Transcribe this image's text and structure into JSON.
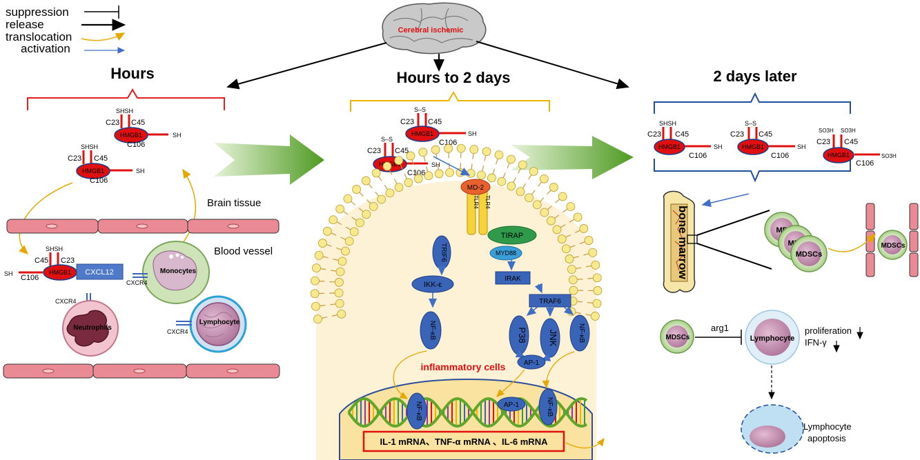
{
  "legend": {
    "suppression": "suppression",
    "release": "release",
    "translocation": "translocation",
    "activation": "activation"
  },
  "brain_label": "Cerebral ischemic",
  "phases": {
    "hours": "Hours",
    "hours_to_2_days": "Hours to 2 days",
    "two_days_later": "2 days later"
  },
  "hmgb1": {
    "label": "HMGB1",
    "c23": "C23",
    "c45": "C45",
    "c106": "C106",
    "sh": "SH",
    "shsh": "SHSH",
    "ss": "S–S",
    "so3h": "SO3H"
  },
  "left_panel": {
    "brain_tissue": "Brain tissue",
    "blood_vessel": "Blood vessel",
    "cxcl12": "CXCL12",
    "cxcr4": "CXCR4",
    "monocytes": "Monocytes",
    "neutrophils": "Neutrophils",
    "lymphocyte": "Lymphocyte"
  },
  "middle_panel": {
    "md2": "MD-2",
    "tlr4": "TLR4",
    "tirap": "TIRAP",
    "myd88": "MYD88",
    "trif6": "TRIF6",
    "ikk": "IKK-ε",
    "irak": "IRAK",
    "traf6": "TRAF6",
    "p38": "P38",
    "jnk": "JNK",
    "nfkb": "NF-κB",
    "ap1": "AP-1",
    "inflammatory_cells": "inflammatory cells",
    "mrna": "IL-1 mRNA、TNF-α mRNA 、IL-6 mRNA"
  },
  "right_panel": {
    "bone_marrow": "bone marrow",
    "mdscs": "MDSCs",
    "mdscs_short": "MDS",
    "mds_short2": "MD",
    "arg1": "arg1",
    "lymphocyte": "Lymphocyte",
    "proliferation": "proliferation",
    "ifn": "IFN-γ",
    "apoptosis_1": "Lymphocyte",
    "apoptosis_2": "apoptosis"
  },
  "colors": {
    "hmgb1_red": "#e01010",
    "brace_red": "#e41e1e",
    "brace_yellow": "#f0b400",
    "brace_blue": "#1f4e9c",
    "green_arrow": "#5fa62a",
    "blue_protein": "#3a64b8",
    "vessel": "#e98a94",
    "cytoplasm": "#fdf1d6",
    "nucleus": "#fae2a0"
  }
}
